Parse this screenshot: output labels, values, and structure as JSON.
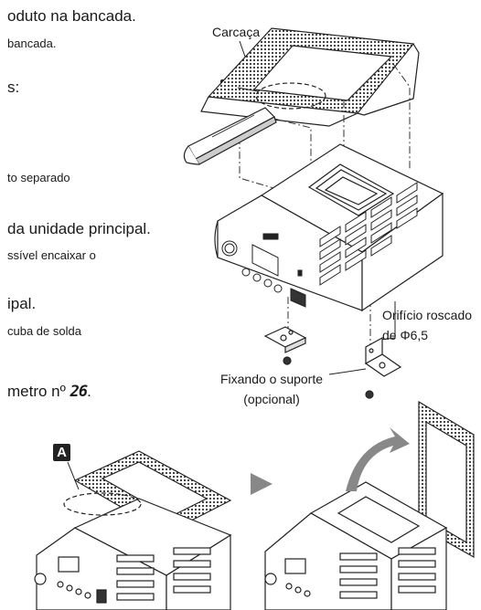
{
  "text_lines": {
    "line1": "oduto na bancada.",
    "line2": "bancada.",
    "line3": "s:",
    "line4": "to separado",
    "line5": "da unidade principal.",
    "line6": "ssível encaixar o",
    "line7": "ipal.",
    "line8": "cuba de solda",
    "line9_prefix": "metro nº ",
    "line9_param": "26",
    "line9_suffix": "."
  },
  "labels": {
    "carcaca": "Carcaça",
    "badge_a": "A",
    "orificio_line1": "Orifício roscado",
    "orificio_line2": "de Φ6,5",
    "fixando_line1": "Fixando o suporte",
    "fixando_line2": "(opcional)",
    "badge_a_bottom": "A"
  }
}
